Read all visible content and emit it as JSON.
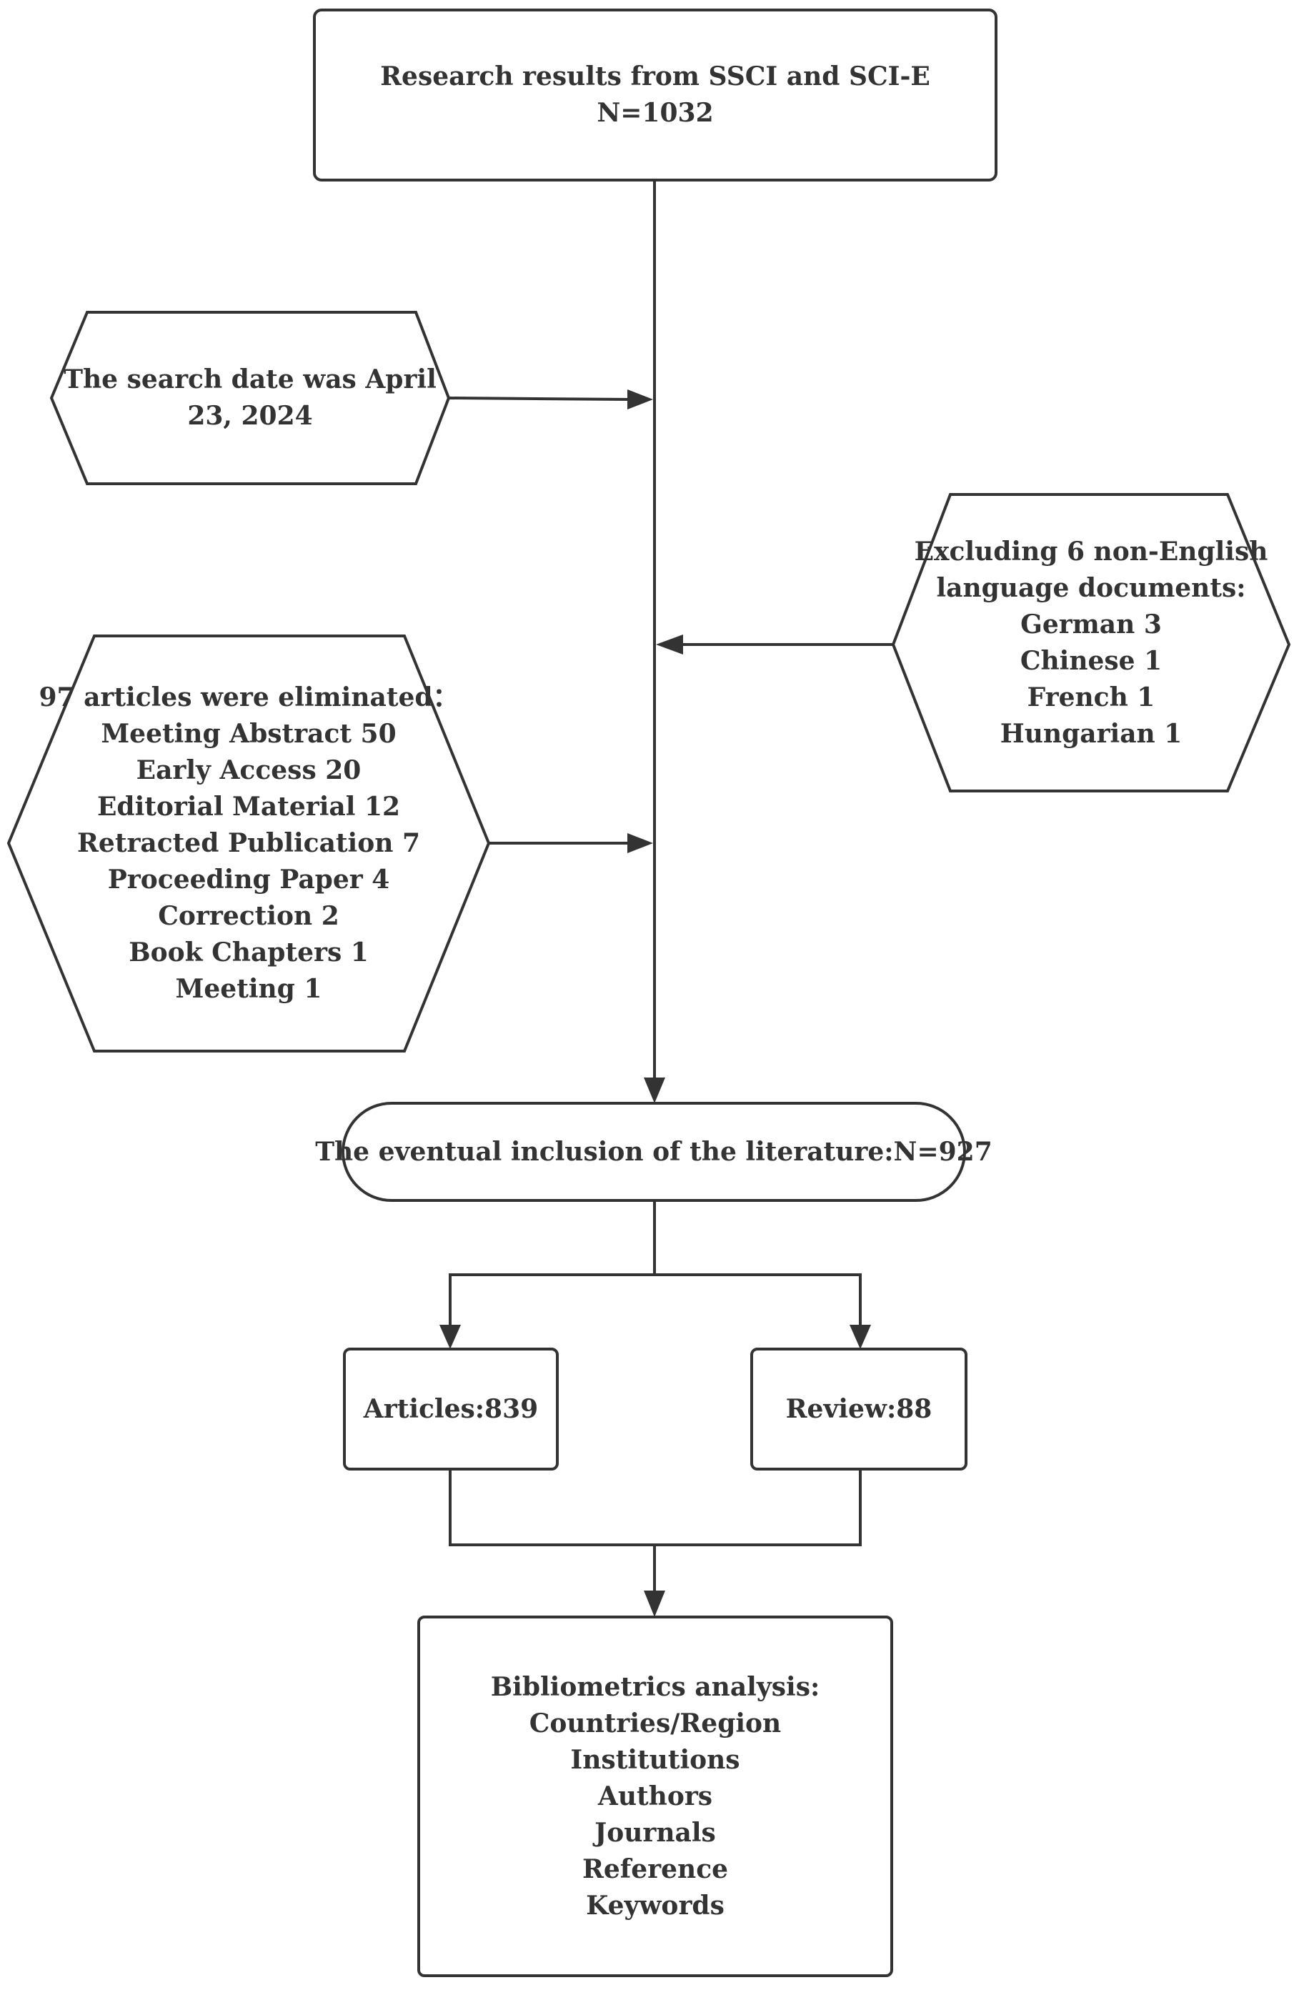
{
  "diagram": {
    "top_box": {
      "title": "Research results from SSCI and SCI-E",
      "count": "N=1032"
    },
    "search_date": {
      "line1": "The search date was April",
      "line2": "23, 2024"
    },
    "language_exclusion": {
      "heading": "Excluding 6 non-English",
      "heading2": "language documents:",
      "items": [
        "German 3",
        "Chinese 1",
        "French 1",
        "Hungarian 1"
      ]
    },
    "eliminated": {
      "heading": "97 articles were eliminated：",
      "items": [
        "Meeting Abstract 50",
        "Early Access 20",
        "Editorial Material 12",
        "Retracted Publication 7",
        "Proceeding Paper 4",
        "Correction 2",
        "Book Chapters 1",
        "Meeting 1"
      ]
    },
    "inclusion": {
      "label": "The eventual inclusion of the literature:N=927"
    },
    "articles": {
      "label": "Articles:839"
    },
    "review": {
      "label": "Review:88"
    },
    "analysis": {
      "heading": "Bibliometrics analysis:",
      "items": [
        "Countries/Region",
        "Institutions",
        "Authors",
        "Journals",
        "Reference",
        "Keywords"
      ]
    }
  }
}
